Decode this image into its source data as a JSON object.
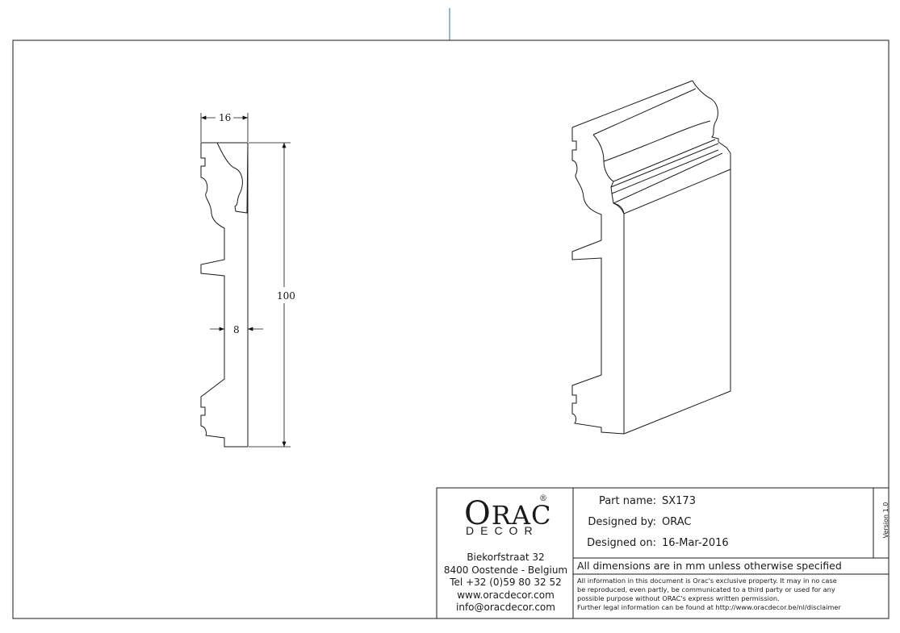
{
  "drawing": {
    "dimensions": {
      "width_top": "16",
      "height": "100",
      "thickness": "8"
    }
  },
  "company": {
    "logo_main": "ORAC",
    "logo_registered": "®",
    "logo_sub": "DECOR",
    "address_lines": [
      "Biekorfstraat 32",
      "8400 Oostende - Belgium",
      "Tel  +32 (0)59 80 32 52",
      "www.oracdecor.com",
      "info@oracdecor.com"
    ]
  },
  "title_block": {
    "part_name_label": "Part name:",
    "part_name": "SX173",
    "designed_by_label": "Designed by:",
    "designed_by": "ORAC",
    "designed_on_label": "Designed on:",
    "designed_on": "16-Mar-2016",
    "version": "Version 1.0",
    "dims_note": "All dimensions are in mm unless otherwise specified",
    "legal_lines": [
      "All information in this document is Orac's exclusive property.  It may in no case",
      "be reproduced, even partly, be communicated to a third party or used for any",
      "possible purpose without ORAC's express written permission.",
      "Further legal information can be found at http://www.oracdecor.be/nl/disclaimer"
    ]
  },
  "colors": {
    "line": "#1a1a1a",
    "marker": "#3a8fc0"
  }
}
